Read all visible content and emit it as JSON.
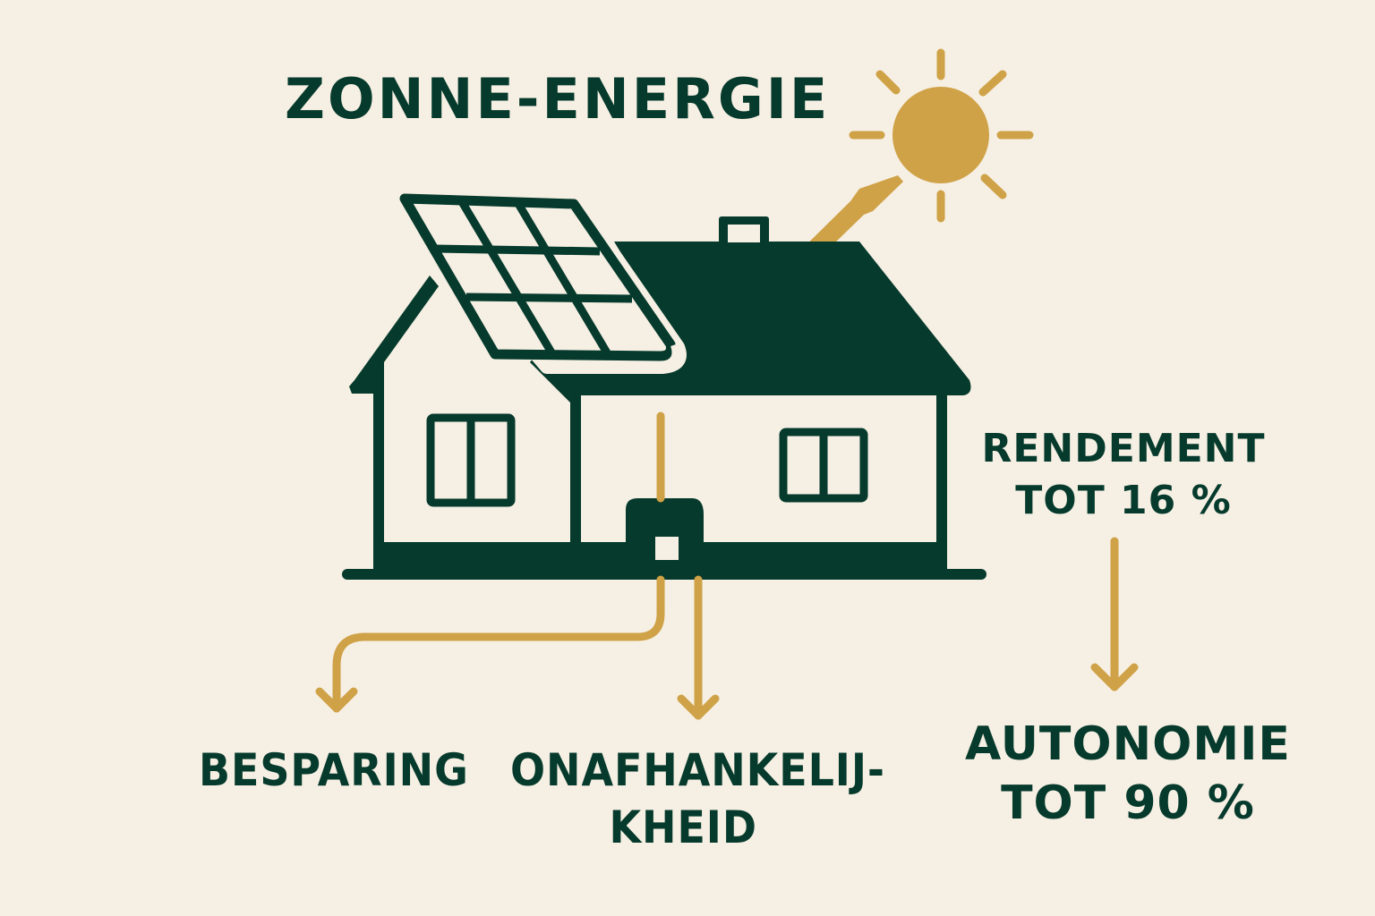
{
  "title": "ZONNE-ENERGIE",
  "colors": {
    "background": "#f6efe3",
    "primary_dark_green": "#053a2c",
    "accent_gold": "#cfa247"
  },
  "icons": {
    "sun": "sun-icon",
    "solar_panel": "solar-panel-icon",
    "house": "house-icon",
    "inverter": "inverter-box-icon",
    "arrows": "arrow-icon"
  },
  "labels": {
    "rendement": {
      "line1": "RENDEMENT",
      "line2": "TOT 16 %"
    },
    "autonomie": {
      "line1": "AUTONOMIE",
      "line2": "TOT 90 %"
    },
    "besparing": "BESPARING",
    "onafhankelijkheid": {
      "line1": "ONAFHANKELIJ-",
      "line2": "KHEID"
    }
  }
}
